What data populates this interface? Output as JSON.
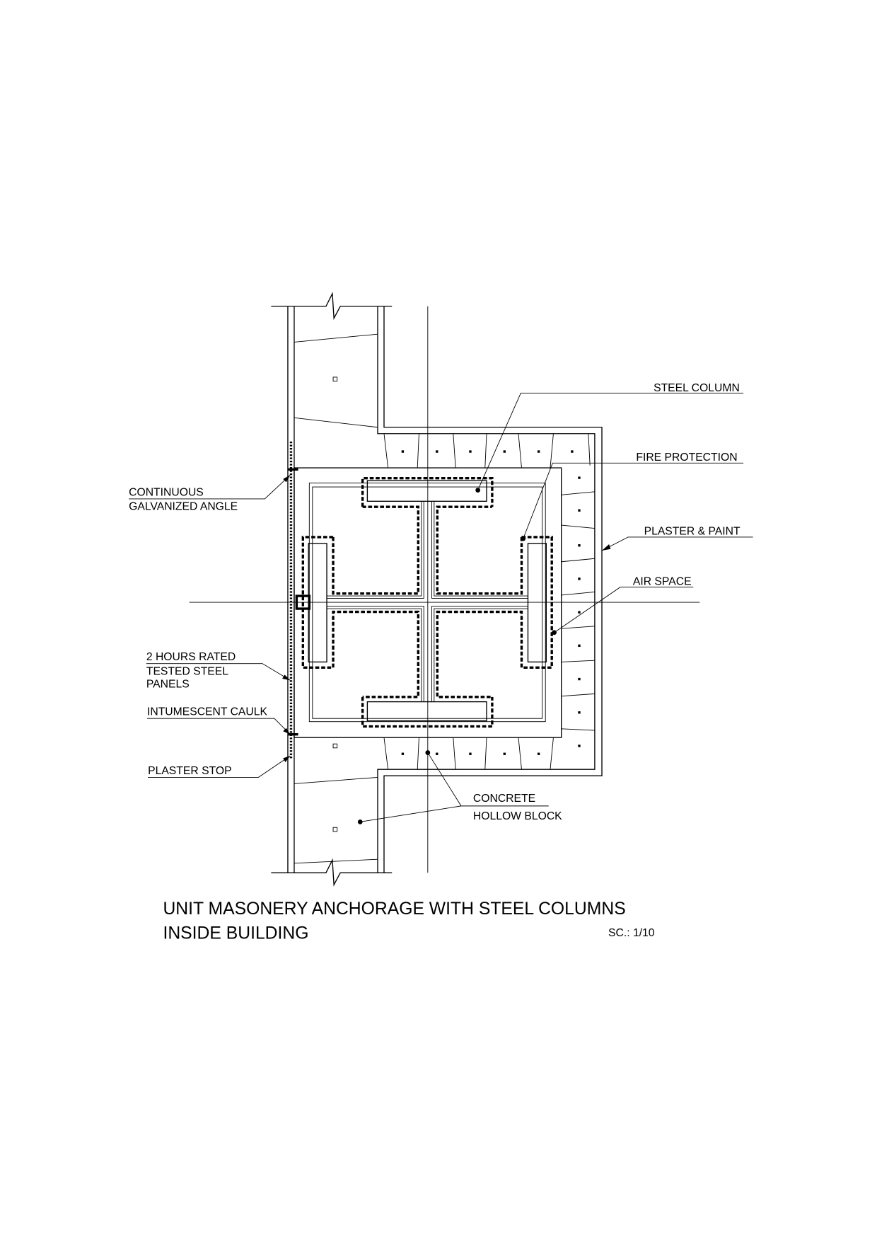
{
  "labels": {
    "steel_column": "STEEL COLUMN",
    "fire_protection": "FIRE PROTECTION",
    "plaster_paint": "PLASTER & PAINT",
    "air_space": "AIR SPACE",
    "continuous_1": "CONTINUOUS",
    "continuous_2": "GALVANIZED ANGLE",
    "panels_1": "2 HOURS RATED",
    "panels_2": "TESTED STEEL",
    "panels_3": "PANELS",
    "caulk": "INTUMESCENT CAULK",
    "plaster_stop": "PLASTER STOP",
    "block_1": "CONCRETE",
    "block_2": "HOLLOW BLOCK"
  },
  "title": {
    "line1": "UNIT MASONERY ANCHORAGE WITH STEEL COLUMNS",
    "line2": "INSIDE BUILDING",
    "scale": "SC.: 1/10"
  }
}
